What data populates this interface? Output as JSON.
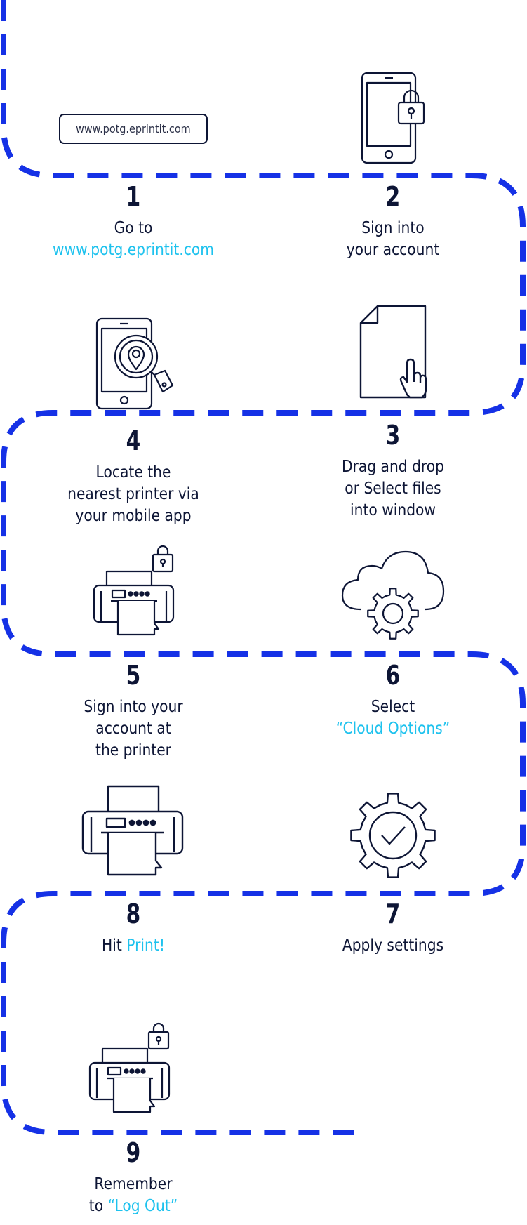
{
  "url_box": {
    "text": "www.potg.eprintit.com"
  },
  "colors": {
    "path": "#1531e6",
    "ink": "#0d1535",
    "accent": "#1ec2ee"
  },
  "steps": [
    {
      "number": "1",
      "lines": [
        {
          "parts": [
            {
              "text": "Go to"
            }
          ]
        },
        {
          "parts": [
            {
              "text": "www.potg.eprintit.com",
              "accent": true
            }
          ]
        }
      ]
    },
    {
      "number": "2",
      "lines": [
        {
          "parts": [
            {
              "text": "Sign into"
            }
          ]
        },
        {
          "parts": [
            {
              "text": "your account"
            }
          ]
        }
      ]
    },
    {
      "number": "3",
      "lines": [
        {
          "parts": [
            {
              "text": "Drag and drop"
            }
          ]
        },
        {
          "parts": [
            {
              "text": "or Select files"
            }
          ]
        },
        {
          "parts": [
            {
              "text": "into window"
            }
          ]
        }
      ]
    },
    {
      "number": "4",
      "lines": [
        {
          "parts": [
            {
              "text": "Locate the"
            }
          ]
        },
        {
          "parts": [
            {
              "text": "nearest printer via"
            }
          ]
        },
        {
          "parts": [
            {
              "text": "your mobile app"
            }
          ]
        }
      ]
    },
    {
      "number": "5",
      "lines": [
        {
          "parts": [
            {
              "text": "Sign into your"
            }
          ]
        },
        {
          "parts": [
            {
              "text": "account at"
            }
          ]
        },
        {
          "parts": [
            {
              "text": "the printer"
            }
          ]
        }
      ]
    },
    {
      "number": "6",
      "lines": [
        {
          "parts": [
            {
              "text": "Select"
            }
          ]
        },
        {
          "parts": [
            {
              "text": "“Cloud Options”",
              "accent": true
            }
          ]
        }
      ]
    },
    {
      "number": "7",
      "lines": [
        {
          "parts": [
            {
              "text": "Apply settings"
            }
          ]
        }
      ]
    },
    {
      "number": "8",
      "lines": [
        {
          "parts": [
            {
              "text": "Hit "
            },
            {
              "text": "Print!",
              "accent": true
            }
          ]
        }
      ]
    },
    {
      "number": "9",
      "lines": [
        {
          "parts": [
            {
              "text": "Remember"
            }
          ]
        },
        {
          "parts": [
            {
              "text": "to "
            },
            {
              "text": "“Log Out”",
              "accent": true
            }
          ]
        }
      ]
    }
  ],
  "icons": [
    {
      "step": "1",
      "name": "url-bar-icon"
    },
    {
      "step": "2",
      "name": "phone-lock-icon"
    },
    {
      "step": "3",
      "name": "document-hand-icon"
    },
    {
      "step": "4",
      "name": "phone-map-search-icon"
    },
    {
      "step": "5",
      "name": "printer-lock-icon"
    },
    {
      "step": "6",
      "name": "cloud-gear-icon"
    },
    {
      "step": "7",
      "name": "gear-check-icon"
    },
    {
      "step": "8",
      "name": "printer-icon"
    },
    {
      "step": "9",
      "name": "printer-lock-icon"
    }
  ]
}
